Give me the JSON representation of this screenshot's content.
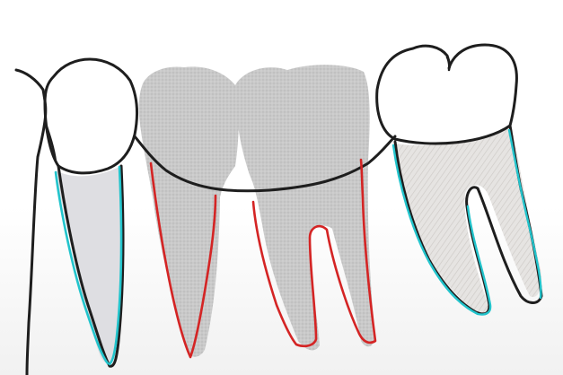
{
  "colors": {
    "background_top": "#ffffff",
    "background_bottom": "#f1f1f1",
    "outline": "#1e1e1e",
    "pontic_fill": "#c8c8c8",
    "abutment_root_fill": "#dedee2",
    "pontic_root_outline": "#d42424",
    "abutment_root_outline": "#22c4cc"
  },
  "diagram": {
    "teeth": [
      {
        "id": "anterior-abutment",
        "role": "abutment",
        "root_outline_color": "cyan"
      },
      {
        "id": "pontic-1",
        "role": "pontic",
        "root_outline_color": "red"
      },
      {
        "id": "pontic-2",
        "role": "pontic",
        "root_outline_color": "red"
      },
      {
        "id": "posterior-abutment",
        "role": "abutment",
        "root_outline_color": "cyan"
      }
    ]
  }
}
